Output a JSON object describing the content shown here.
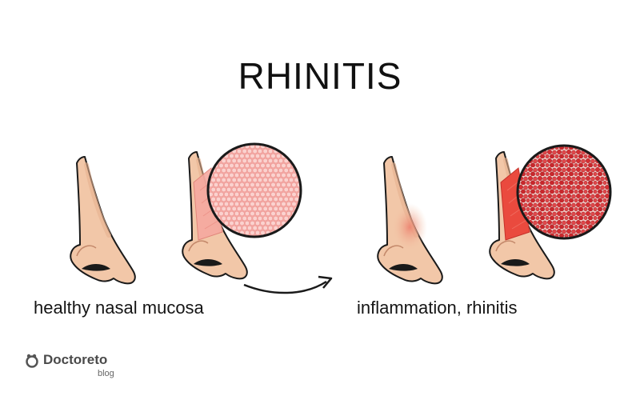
{
  "diagram": {
    "title": "RHINITIS",
    "captions": {
      "healthy": "healthy nasal mucosa",
      "inflamed": "inflammation, rhinitis"
    }
  },
  "branding": {
    "name": "Doctoreto",
    "sub": "blog"
  },
  "colors": {
    "skin": "#f2c7a8",
    "skin_shadow": "#e0a988",
    "outline": "#1a1a1a",
    "healthy_mucosa": "#f6a9a0",
    "healthy_cells_bg": "#f4a8a4",
    "inflamed_mucosa": "#ea4a3e",
    "inflamed_cells_bg": "#d93a3a",
    "inflamed_glow": "#ef8f7c"
  }
}
